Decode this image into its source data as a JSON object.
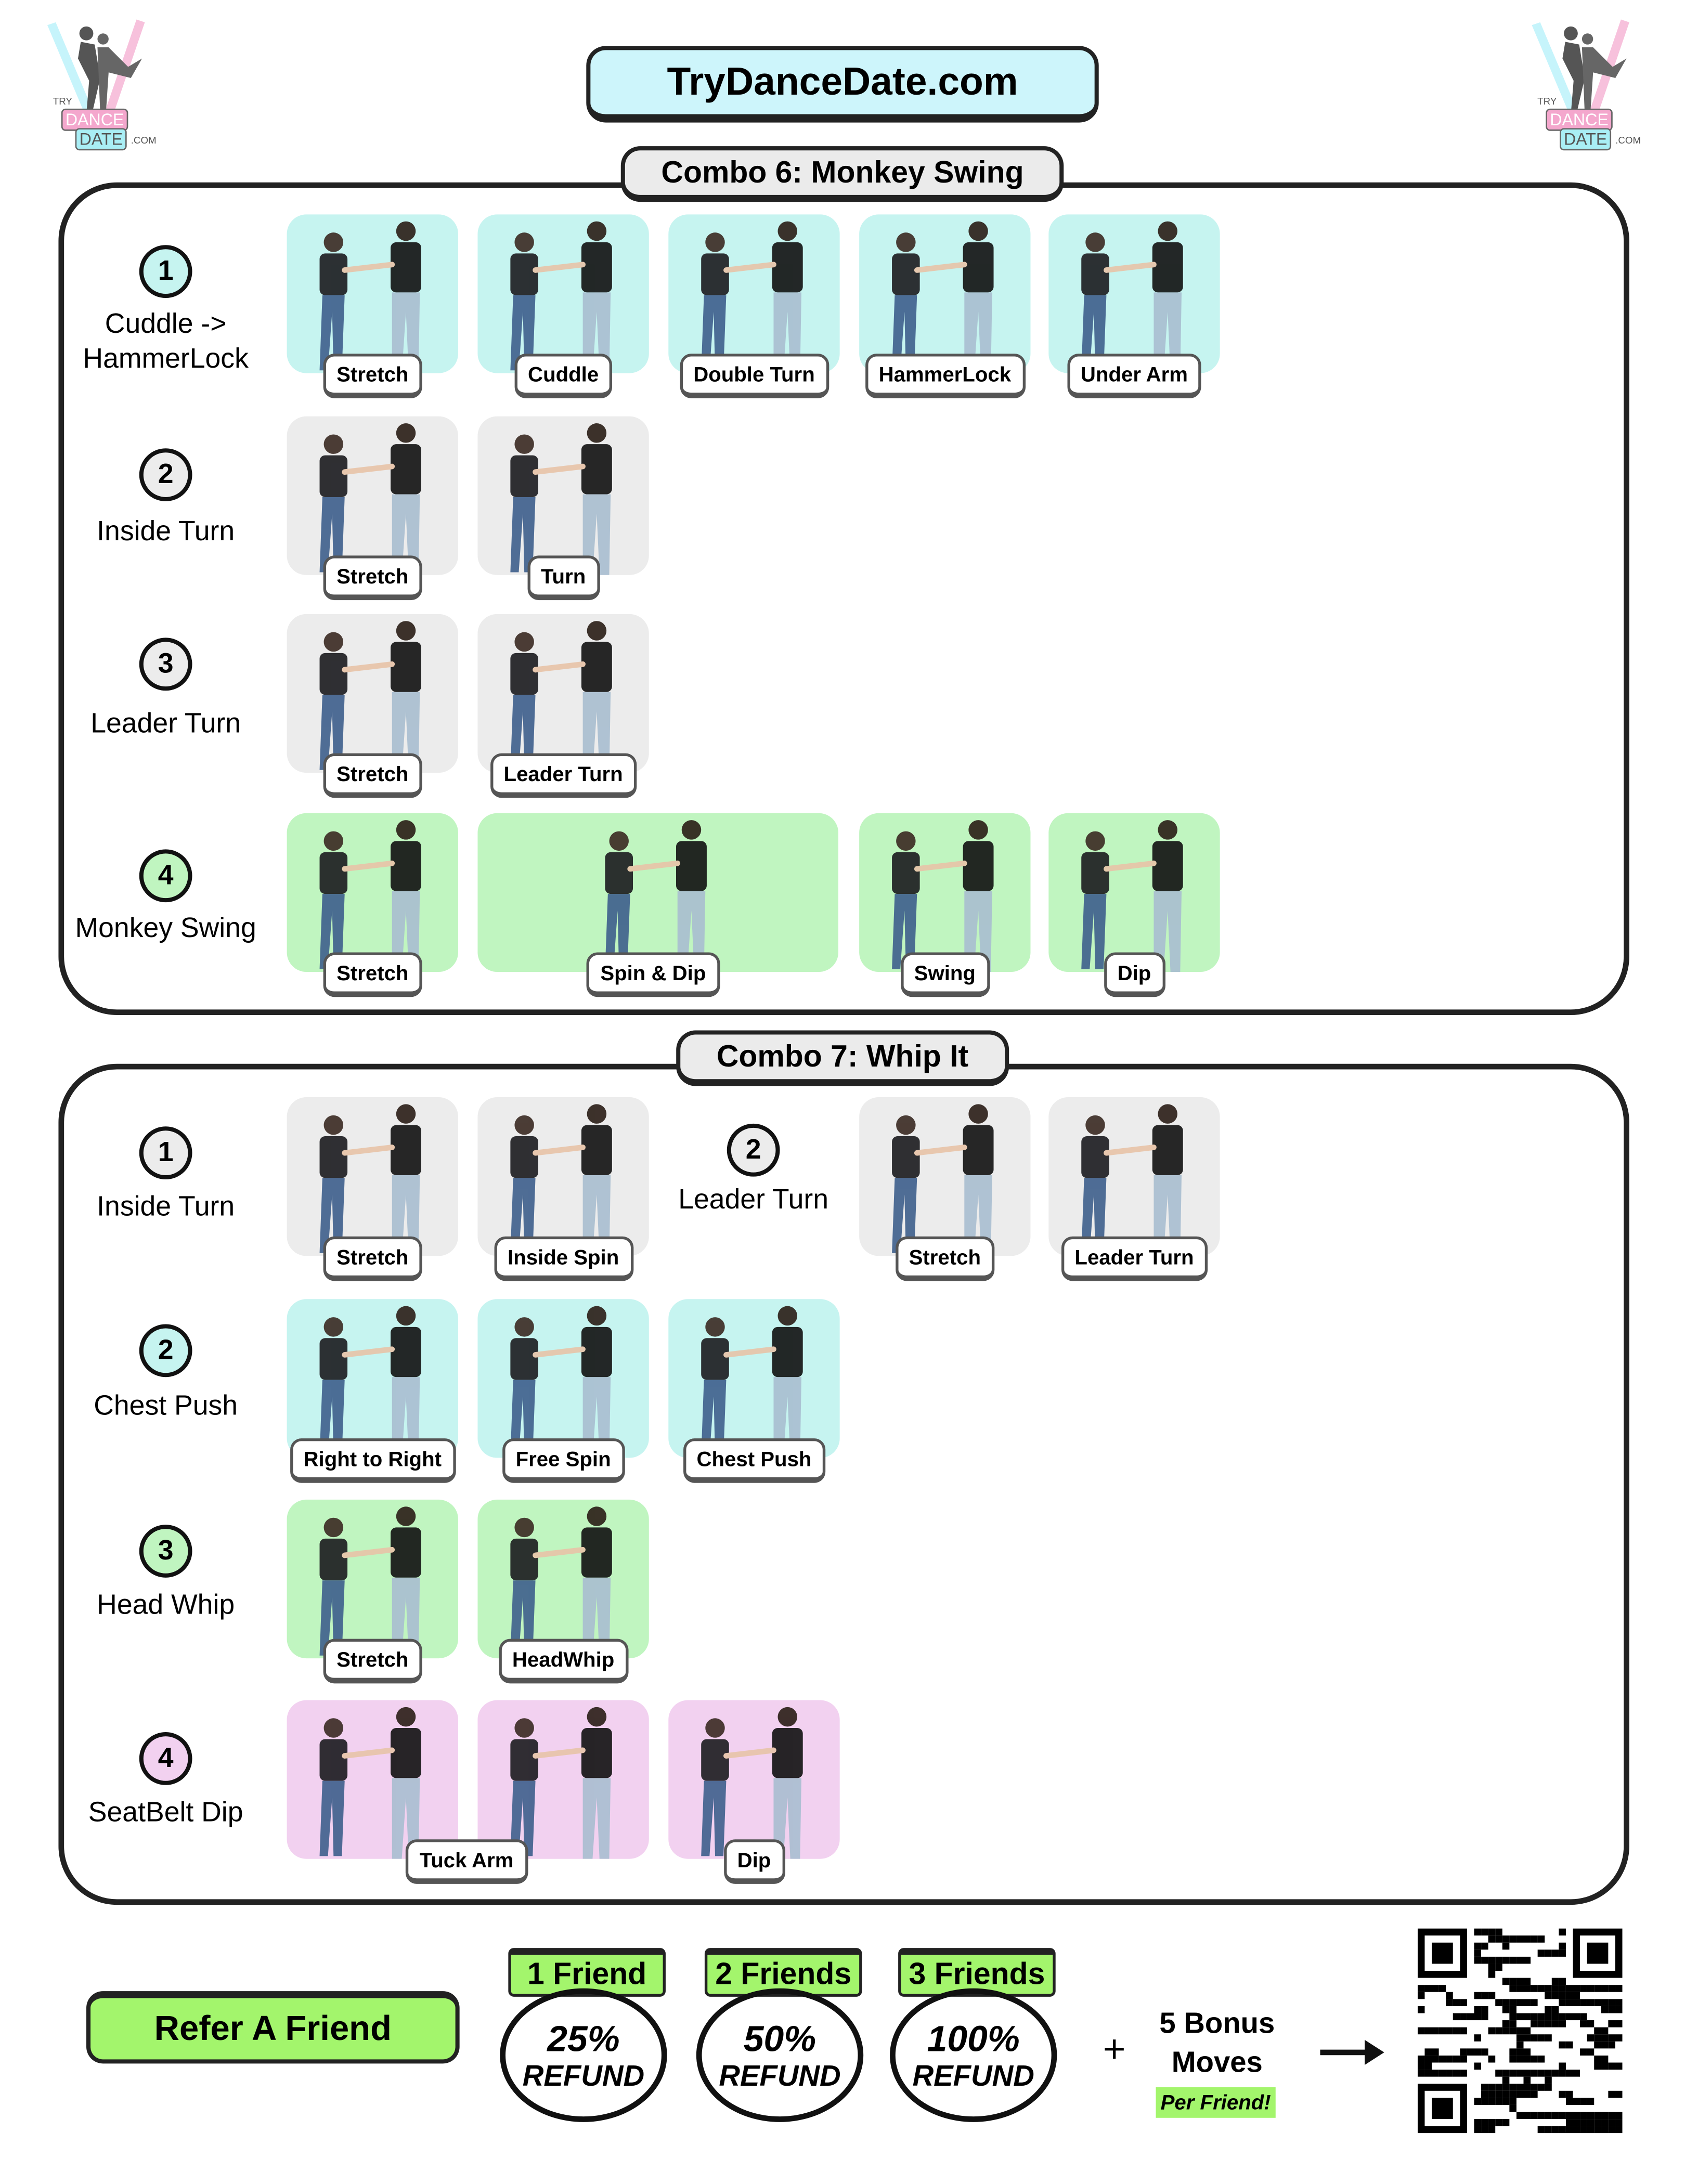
{
  "header": {
    "site_title": "TryDanceDate.com"
  },
  "logo": {
    "try": "TRY",
    "dance": "DANCE",
    "date": "DATE",
    "com": ".COM"
  },
  "colors": {
    "cyan": "#c6f4f0",
    "gray": "#ececec",
    "green": "#c0f5c0",
    "pink": "#f2d1f0",
    "lime": "#a3f56c",
    "header_fill": "#cdf5fb"
  },
  "combos": [
    {
      "title": "Combo 6: Monkey Swing",
      "rows": [
        {
          "number": "1",
          "label": "Cuddle ->\nHammerLock",
          "color": "cyan",
          "tiles": [
            {
              "label": "Stretch"
            },
            {
              "label": "Cuddle"
            },
            {
              "label": "Double Turn"
            },
            {
              "label": "HammerLock"
            },
            {
              "label": "Under Arm"
            }
          ]
        },
        {
          "number": "2",
          "label": "Inside Turn",
          "color": "gray",
          "tiles": [
            {
              "label": "Stretch"
            },
            {
              "label": "Turn"
            }
          ]
        },
        {
          "number": "3",
          "label": "Leader Turn",
          "color": "gray",
          "tiles": [
            {
              "label": "Stretch"
            },
            {
              "label": "Leader Turn"
            }
          ]
        },
        {
          "number": "4",
          "label": "Monkey Swing",
          "color": "green",
          "tiles": [
            {
              "label": "Stretch"
            },
            {
              "label": "Spin & Dip"
            },
            {
              "label": "Swing"
            },
            {
              "label": "Dip"
            }
          ]
        }
      ]
    },
    {
      "title": "Combo 7: Whip It",
      "rows": [
        {
          "number": "1",
          "label": "Inside Turn",
          "color": "gray",
          "tiles": [
            {
              "label": "Stretch"
            },
            {
              "label": "Inside Spin"
            }
          ],
          "subgroup": {
            "number": "2",
            "label": "Leader Turn",
            "color": "gray",
            "tiles": [
              {
                "label": "Stretch"
              },
              {
                "label": "Leader Turn"
              }
            ]
          }
        },
        {
          "number": "2",
          "label": "Chest Push",
          "color": "cyan",
          "tiles": [
            {
              "label": "Right to Right"
            },
            {
              "label": "Free Spin"
            },
            {
              "label": "Chest Push"
            }
          ]
        },
        {
          "number": "3",
          "label": "Head Whip",
          "color": "green",
          "tiles": [
            {
              "label": "Stretch"
            },
            {
              "label": "HeadWhip"
            }
          ]
        },
        {
          "number": "4",
          "label": "SeatBelt Dip",
          "color": "pink",
          "tiles": [
            {
              "label": ""
            },
            {
              "label": "Tuck Arm"
            },
            {
              "label": "Dip"
            }
          ]
        }
      ]
    }
  ],
  "referral": {
    "button": "Refer A Friend",
    "tiers": [
      {
        "friends": "1 Friend",
        "percent": "25%",
        "refund": "REFUND"
      },
      {
        "friends": "2 Friends",
        "percent": "50%",
        "refund": "REFUND"
      },
      {
        "friends": "3 Friends",
        "percent": "100%",
        "refund": "REFUND"
      }
    ],
    "plus": "+",
    "bonus_line1": "5 Bonus",
    "bonus_line2": "Moves",
    "per_friend": "Per Friend!",
    "qr_icon": "qr-code-icon",
    "arrow_icon": "arrow-right-icon"
  }
}
